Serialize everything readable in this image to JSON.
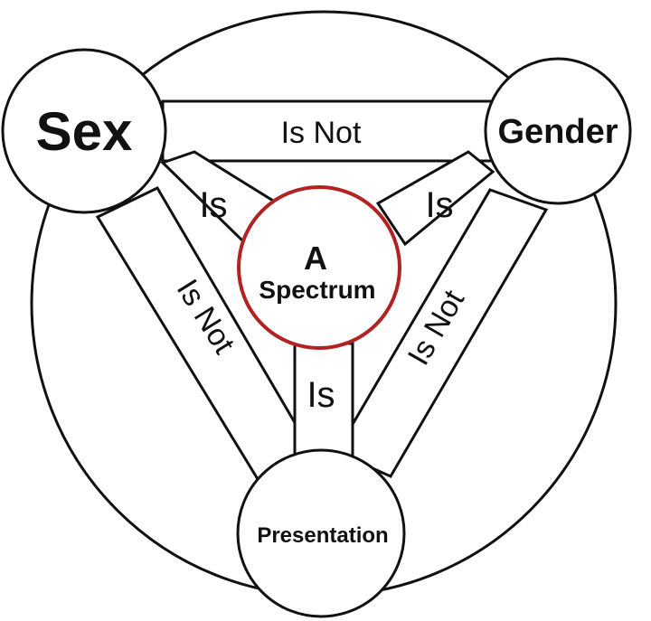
{
  "nodes": {
    "sex": "Sex",
    "gender": "Gender",
    "presentation": "Presentation"
  },
  "center": {
    "line1": "A",
    "line2": "Spectrum"
  },
  "relations": {
    "sex_gender": "Is Not",
    "sex_presentation": "Is Not",
    "gender_presentation": "Is Not",
    "sex_center": "Is",
    "gender_center": "Is",
    "presentation_center": "Is"
  },
  "colors": {
    "center_outline": "#b22222",
    "line": "#111111"
  }
}
